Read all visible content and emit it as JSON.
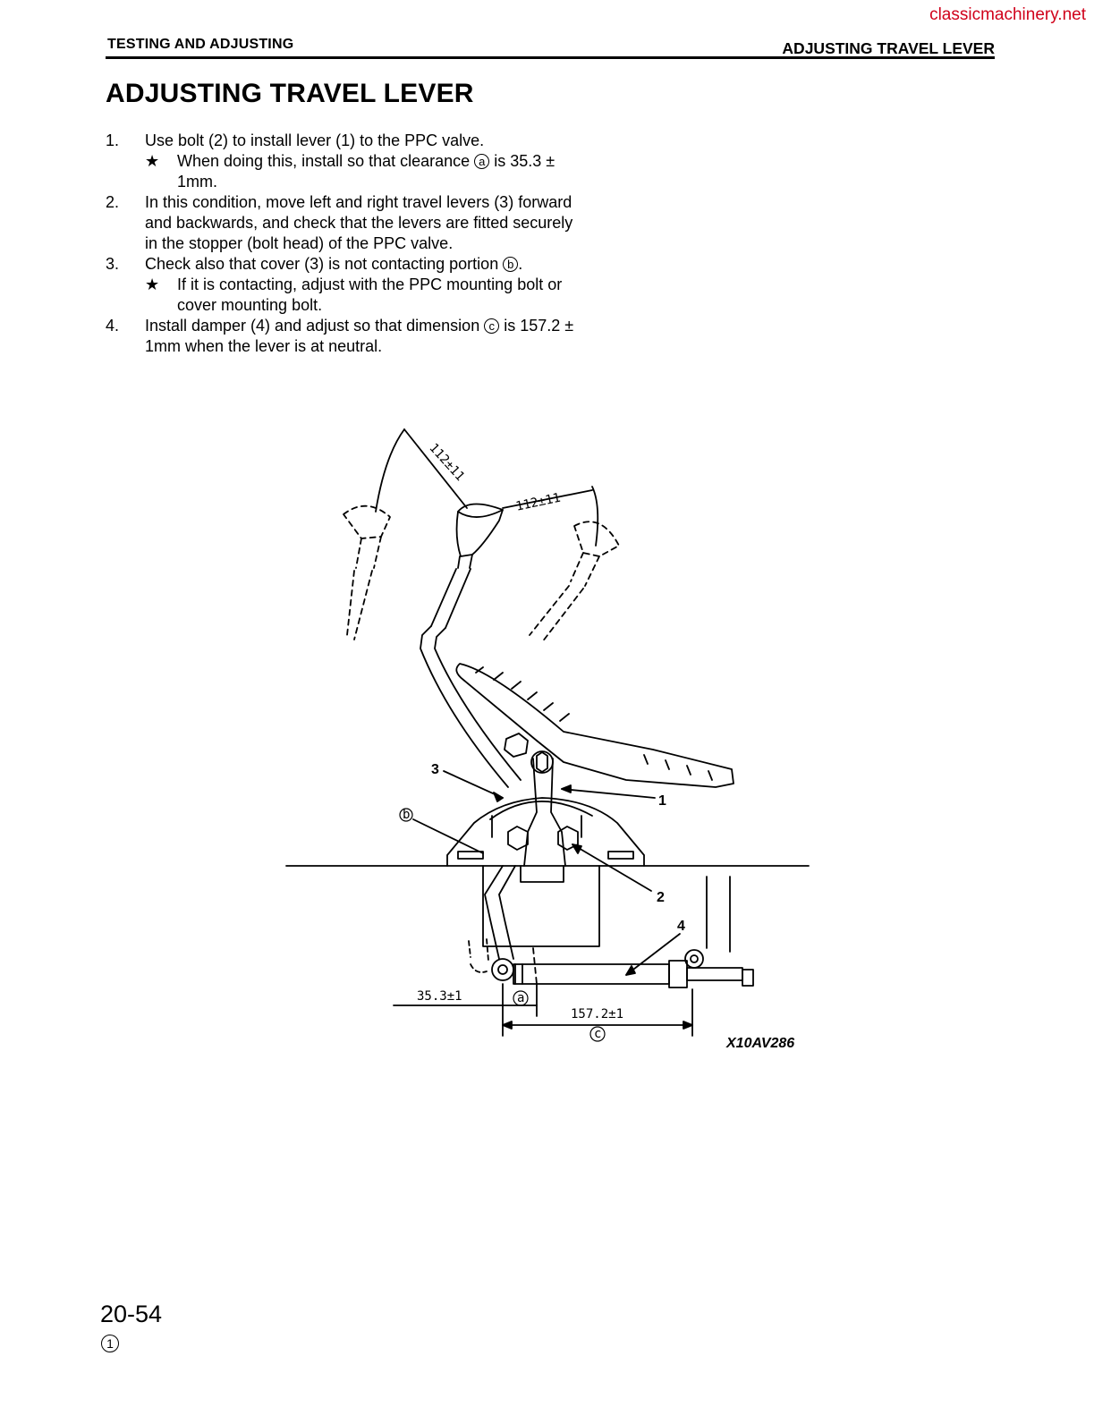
{
  "watermark": "classicmachinery.net",
  "header": {
    "left": "TESTING AND ADJUSTING",
    "right": "ADJUSTING TRAVEL LEVER"
  },
  "title": "ADJUSTING TRAVEL LEVER",
  "steps": [
    {
      "num": "1.",
      "text": "Use bolt (2) to install lever (1) to the PPC valve."
    },
    {
      "note": {
        "star": "★",
        "before": "When doing this, install so that clearance ",
        "mark": "a",
        "after": " is 35.3 ± 1mm."
      }
    },
    {
      "num": "2.",
      "text": "In this condition, move left and right travel levers (3) forward and backwards, and check that the levers are fitted securely in the stopper (bolt head) of the PPC valve."
    },
    {
      "num": "3.",
      "before": "Check also that cover (3) is not contacting portion ",
      "mark": "b",
      "after": "."
    },
    {
      "note": {
        "star": "★",
        "text": "If it is contacting, adjust with the PPC mounting bolt or cover mounting bolt."
      }
    },
    {
      "num": "4.",
      "before": "Install damper (4) and adjust so that dimension ",
      "mark": "c",
      "after": " is 157.2 ± 1mm when the lever is at neutral."
    }
  ],
  "figure": {
    "dim_angle_1": "112±11",
    "dim_angle_2": "112±11",
    "dim_a": "35.3±1",
    "dim_c": "157.2±1",
    "mark_a": "a",
    "mark_b": "b",
    "mark_c": "c",
    "part_1": "1",
    "part_2": "2",
    "part_3": "3",
    "part_4": "4",
    "code": "X10AV286"
  },
  "footer": {
    "page": "20-54",
    "revision": "1"
  }
}
